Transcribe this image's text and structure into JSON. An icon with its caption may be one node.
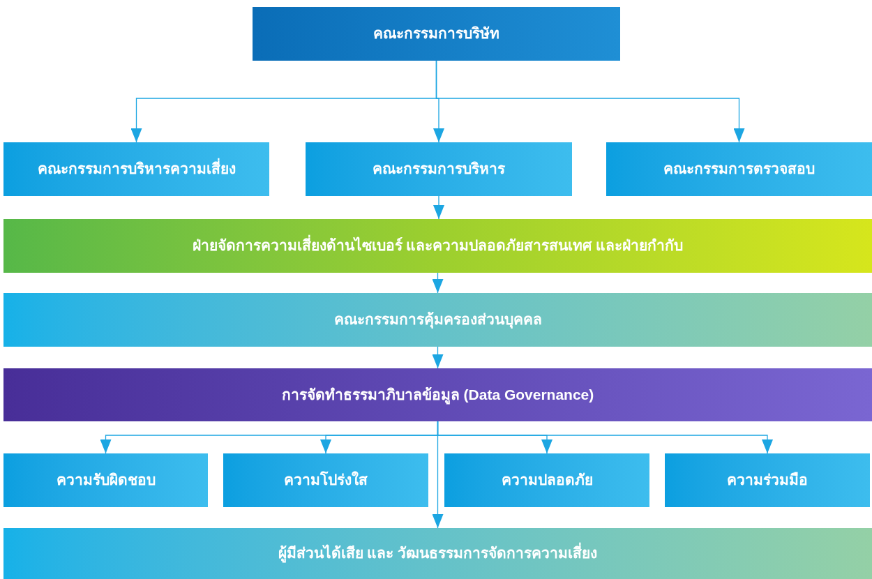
{
  "diagram": {
    "nodes": [
      {
        "text": [
          "คณะกรรมการบริษัท"
        ]
      },
      {
        "text": [
          "คณะกรรมการบริหารความเสี่ยง"
        ]
      },
      {
        "text": [
          "คณะกรรมการบริหาร"
        ]
      },
      {
        "text": [
          "คณะกรรมการตรวจสอบ"
        ]
      },
      {
        "text": [
          "ฝ่ายจัดการความเสี่ยงด้านไซเบอร์ และความปลอดภัยสารสนเทศ และฝ่ายกำกับ"
        ]
      },
      {
        "text": [
          "คณะกรรมการคุ้มครองส่วนบุคคล"
        ]
      },
      {
        "text": [
          "การจัดทำธรรมาภิบาลข้อมูล (Data Governance)"
        ]
      },
      {
        "text": [
          "ความรับผิดชอบ"
        ]
      },
      {
        "text": [
          "ความโปร่งใส"
        ]
      },
      {
        "text": [
          "ความปลอดภัย"
        ]
      },
      {
        "text": [
          "ความร่วมมือ"
        ]
      },
      {
        "text": [
          "ผู้มีส่วนได้เสีย และ วัฒนธรรมการจัดการความเสี่ยง"
        ]
      }
    ],
    "edges": [
      {
        "from": 0,
        "to": 1,
        "arrow": "to"
      },
      {
        "from": 0,
        "to": 2,
        "arrow": "to"
      },
      {
        "from": 0,
        "to": 3,
        "arrow": "to"
      },
      {
        "from": 2,
        "to": 4,
        "arrow": "to"
      },
      {
        "from": 4,
        "to": 5,
        "arrow": "to"
      },
      {
        "from": 5,
        "to": 6,
        "arrow": "to"
      },
      {
        "from": 6,
        "to": 7,
        "arrow": "to"
      },
      {
        "from": 6,
        "to": 8,
        "arrow": "to"
      },
      {
        "from": 6,
        "to": 9,
        "arrow": "to"
      },
      {
        "from": 6,
        "to": 10,
        "arrow": "to"
      },
      {
        "from": 6,
        "to": 11,
        "arrow": "to"
      }
    ]
  }
}
